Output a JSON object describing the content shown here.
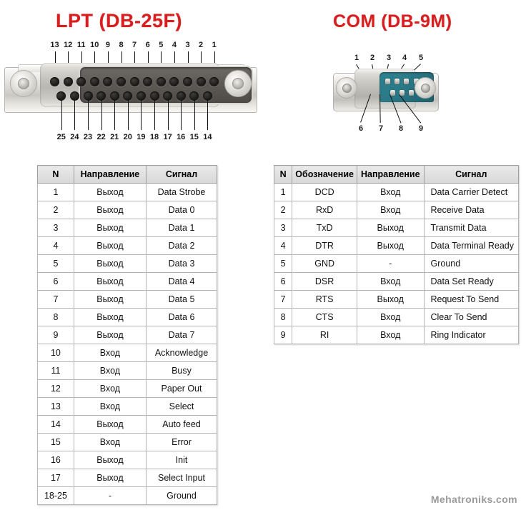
{
  "lpt": {
    "title": "LPT (DB-25F)",
    "pins_top": [
      "13",
      "12",
      "11",
      "10",
      "9",
      "8",
      "7",
      "6",
      "5",
      "4",
      "3",
      "2",
      "1"
    ],
    "pins_bottom": [
      "25",
      "24",
      "23",
      "22",
      "21",
      "20",
      "19",
      "18",
      "17",
      "16",
      "15",
      "14"
    ],
    "table": {
      "headers": [
        "N",
        "Направление",
        "Сигнал"
      ],
      "rows": [
        [
          "1",
          "Выход",
          "Data Strobe"
        ],
        [
          "2",
          "Выход",
          "Data 0"
        ],
        [
          "3",
          "Выход",
          "Data 1"
        ],
        [
          "4",
          "Выход",
          "Data 2"
        ],
        [
          "5",
          "Выход",
          "Data 3"
        ],
        [
          "6",
          "Выход",
          "Data 4"
        ],
        [
          "7",
          "Выход",
          "Data 5"
        ],
        [
          "8",
          "Выход",
          "Data 6"
        ],
        [
          "9",
          "Выход",
          "Data 7"
        ],
        [
          "10",
          "Вход",
          "Acknowledge"
        ],
        [
          "11",
          "Вход",
          "Busy"
        ],
        [
          "12",
          "Вход",
          "Paper Out"
        ],
        [
          "13",
          "Вход",
          "Select"
        ],
        [
          "14",
          "Выход",
          "Auto feed"
        ],
        [
          "15",
          "Вход",
          "Error"
        ],
        [
          "16",
          "Выход",
          "Init"
        ],
        [
          "17",
          "Выход",
          "Select Input"
        ],
        [
          "18-25",
          "-",
          "Ground"
        ]
      ]
    }
  },
  "com": {
    "title": "COM (DB-9M)",
    "pins_top": [
      "1",
      "2",
      "3",
      "4",
      "5"
    ],
    "pins_bottom": [
      "6",
      "7",
      "8",
      "9"
    ],
    "table": {
      "headers": [
        "N",
        "Обозначение",
        "Направление",
        "Сигнал"
      ],
      "rows": [
        [
          "1",
          "DCD",
          "Вход",
          "Data Carrier Detect"
        ],
        [
          "2",
          "RxD",
          "Вход",
          "Receive Data"
        ],
        [
          "3",
          "TxD",
          "Выход",
          "Transmit Data"
        ],
        [
          "4",
          "DTR",
          "Выход",
          "Data Terminal Ready"
        ],
        [
          "5",
          "GND",
          "-",
          "Ground"
        ],
        [
          "6",
          "DSR",
          "Вход",
          "Data Set Ready"
        ],
        [
          "7",
          "RTS",
          "Выход",
          "Request To Send"
        ],
        [
          "8",
          "CTS",
          "Вход",
          "Clear To Send"
        ],
        [
          "9",
          "RI",
          "Вход",
          "Ring Indicator"
        ]
      ]
    }
  },
  "watermark": "Mehatroniks.com",
  "colors": {
    "title_red": "#d81f20",
    "header_gray": "#e0e0e0",
    "db9_insulator": "#2b7a88",
    "watermark_gray": "#9a9a9a"
  }
}
